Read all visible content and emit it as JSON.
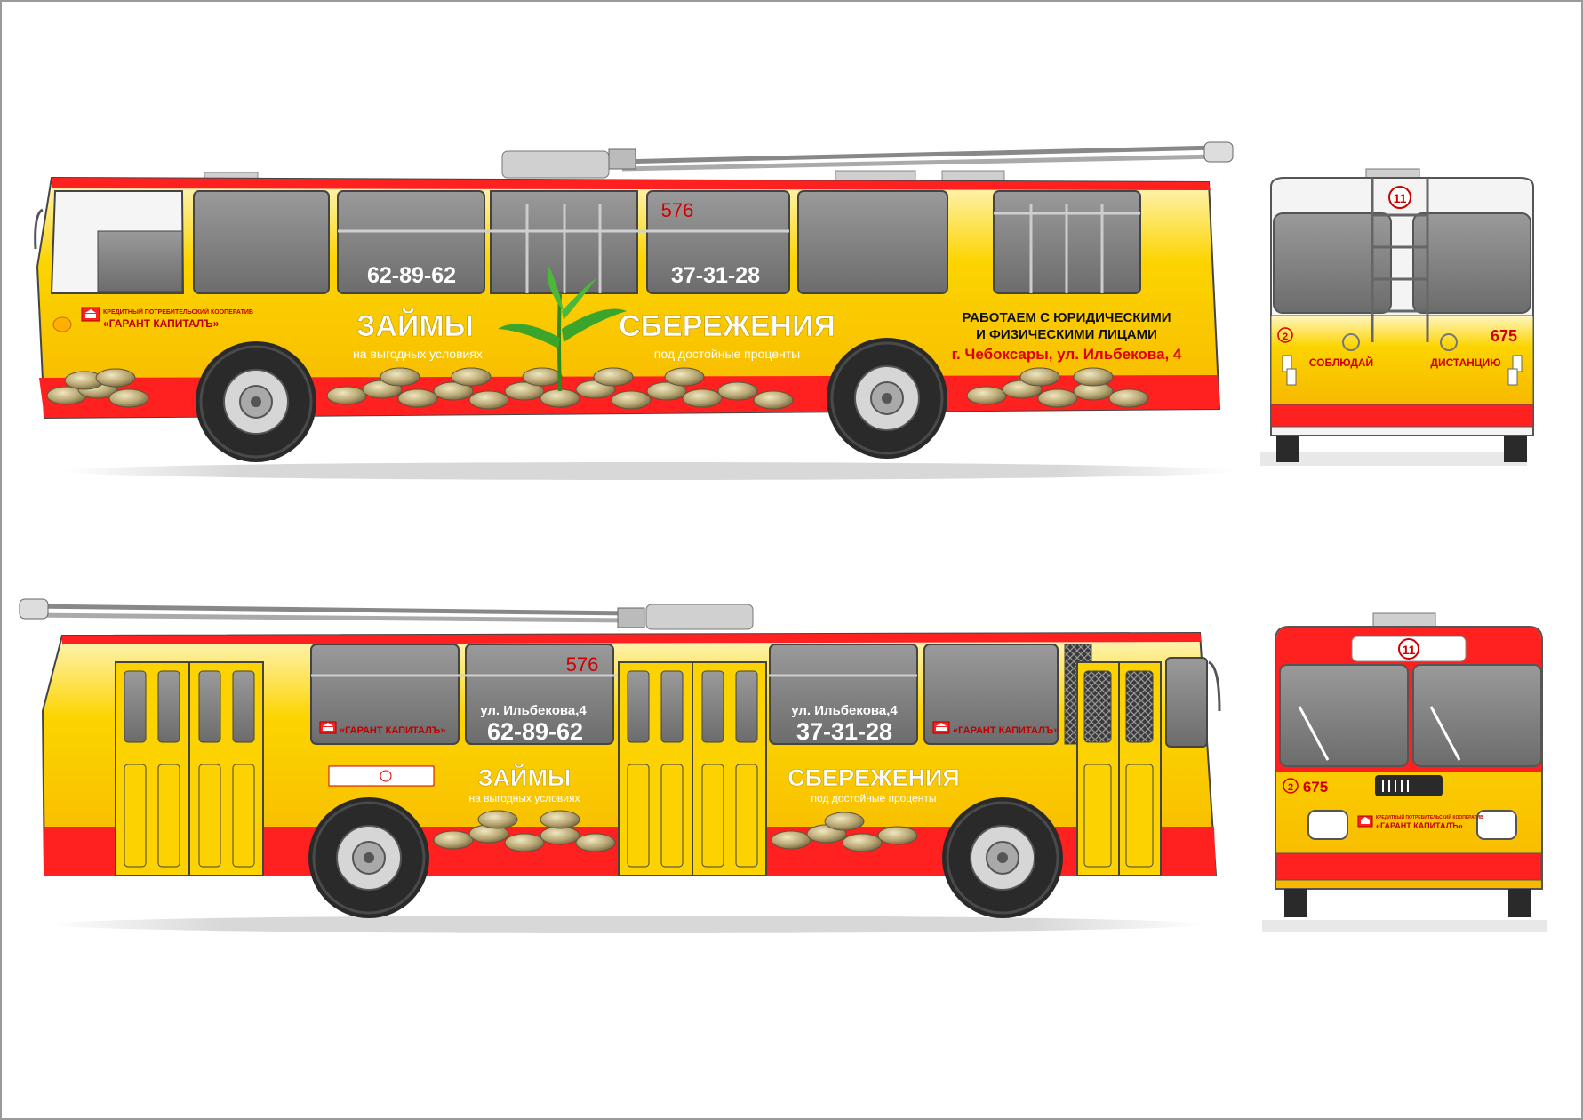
{
  "palette": {
    "yellow": "#fcd000",
    "yellow_light": "#fff3b0",
    "red": "#ff2020",
    "window": "#7a7a7a",
    "frame": "#d9d9d9",
    "dark": "#1e1e1e",
    "green": "#2f9a20",
    "coin": "#b3a374"
  },
  "brand": {
    "org_line": "КРЕДИТНЫЙ ПОТРЕБИТЕЛЬСКИЙ КООПЕРАТИВ",
    "name": "«ГАРАНТ КАПИТАЛЪ»",
    "logo_icon": "bank-building-icon"
  },
  "top_side": {
    "fleet_number": "576",
    "phone_1": "62-89-62",
    "phone_2": "37-31-28",
    "loans_title": "ЗАЙМЫ",
    "loans_sub": "на выгодных условиях",
    "savings_title": "СБЕРЕЖЕНИЯ",
    "savings_sub": "под достойные проценты",
    "work_line_1": "РАБОТАЕМ С ЮРИДИЧЕСКИМИ",
    "work_line_2": "И ФИЗИЧЕСКИМИ ЛИЦАМИ",
    "address": "г. Чебоксары, ул. Ильбекова, 4"
  },
  "rear": {
    "route": "11",
    "side_number": "675",
    "circle_badge": "2",
    "keep_label": "СОБЛЮДАЙ",
    "distance_label": "ДИСТАНЦИЮ"
  },
  "bottom_side": {
    "fleet_number": "576",
    "street_1": "ул. Ильбекова,4",
    "phone_1": "62-89-62",
    "street_2": "ул. Ильбекова,4",
    "phone_2": "37-31-28",
    "loans_title": "ЗАЙМЫ",
    "loans_sub": "на выгодных условиях",
    "savings_title": "СБЕРЕЖЕНИЯ",
    "savings_sub": "под достойные проценты"
  },
  "front": {
    "route": "11",
    "side_number": "675",
    "circle_badge": "2"
  }
}
